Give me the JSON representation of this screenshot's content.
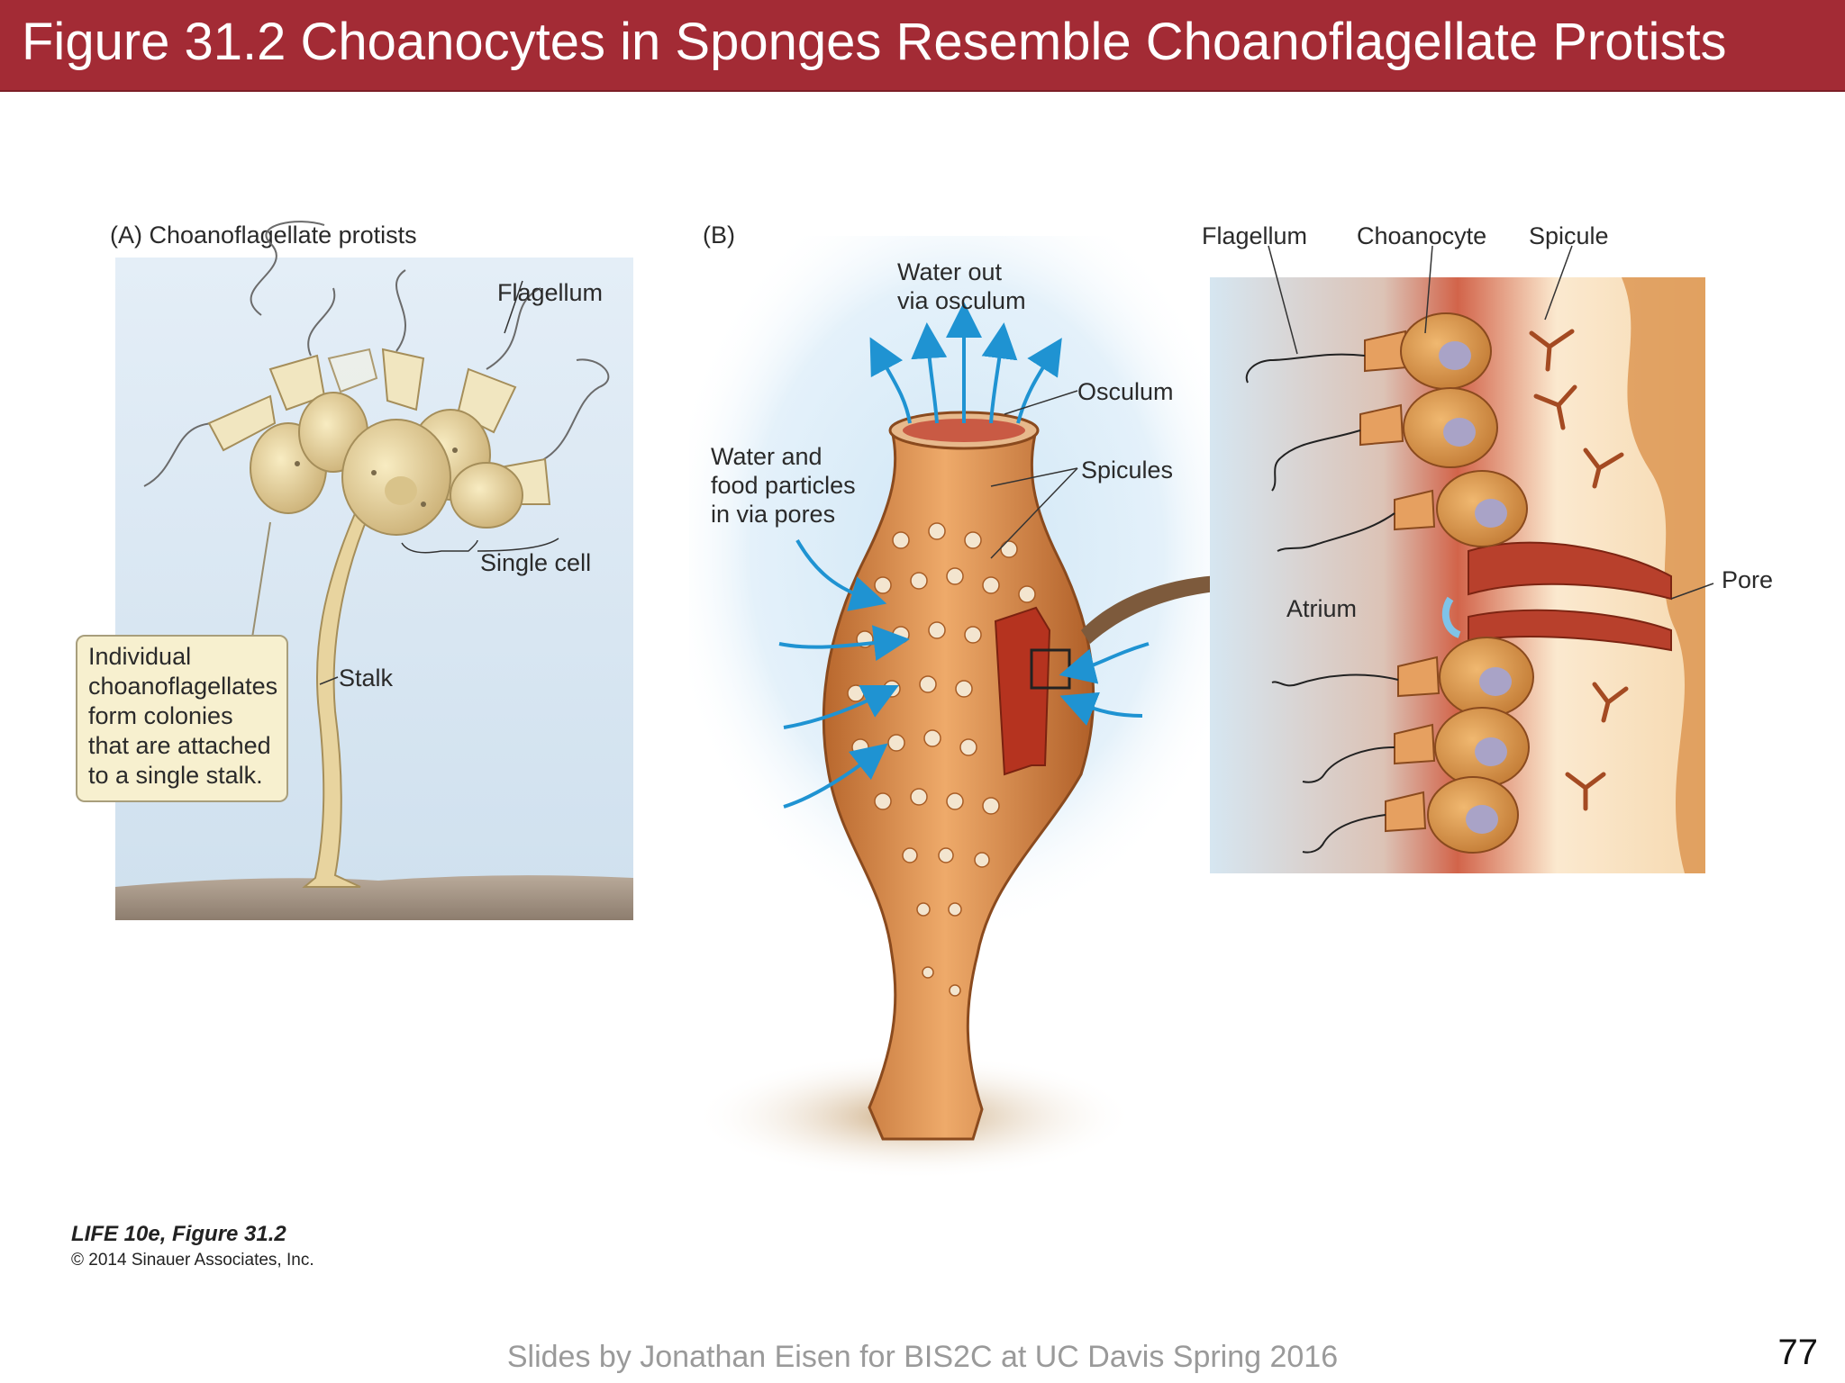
{
  "slide": {
    "title": "Figure 31.2  Choanocytes in Sponges Resemble Choanoflagellate Protists",
    "footer": "Slides by Jonathan Eisen for BIS2C at UC Davis Spring 2016",
    "page_number": "77"
  },
  "panel_a": {
    "heading": "(A)  Choanoflagellate protists",
    "labels": {
      "flagellum": "Flagellum",
      "single_cell": "Single cell",
      "stalk": "Stalk"
    },
    "callout": "Individual choanoflagellates form colonies that are attached to a single stalk."
  },
  "panel_b": {
    "heading": "(B)",
    "labels": {
      "water_out_1": "Water out",
      "water_out_2": "via osculum",
      "osculum": "Osculum",
      "spicules": "Spicules",
      "water_in_1": "Water and",
      "water_in_2": "food particles",
      "water_in_3": "in via pores"
    }
  },
  "detail": {
    "labels": {
      "flagellum": "Flagellum",
      "choanocyte": "Choanocyte",
      "spicule": "Spicule",
      "atrium": "Atrium",
      "pore": "Pore"
    }
  },
  "credit": {
    "line1": "LIFE 10e, Figure 31.2",
    "line2": "© 2014 Sinauer Associates, Inc."
  },
  "colors": {
    "title_bar": "#a32b35",
    "arrow_blue": "#1f93d2",
    "sponge_orange": "#d98a4a",
    "atrium_red": "#c9553f"
  }
}
